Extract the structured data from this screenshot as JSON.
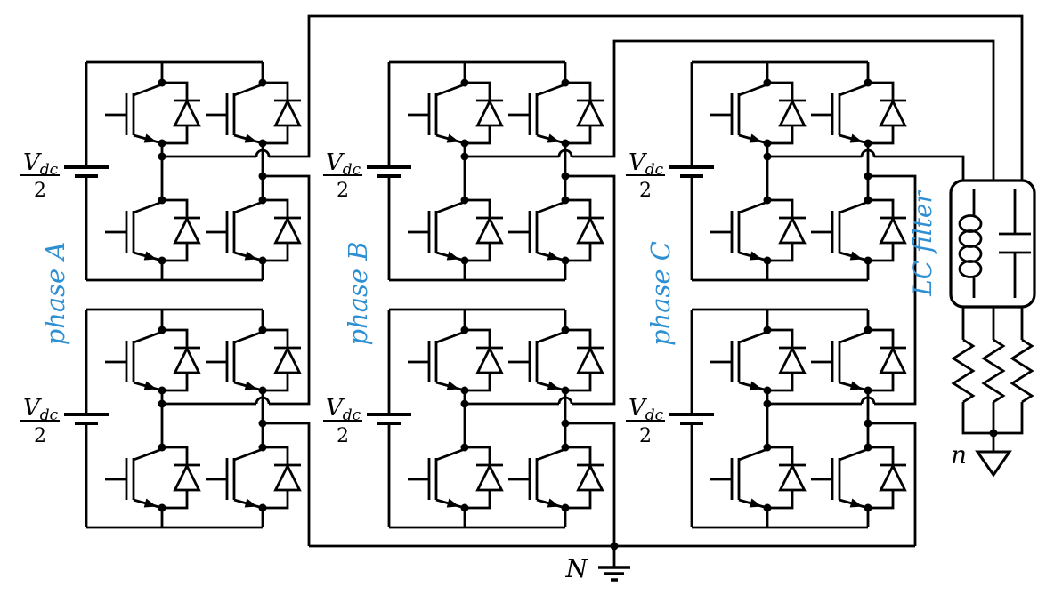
{
  "labels": {
    "vdc_numerator": "V",
    "vdc_subscript": "dc",
    "vdc_denominator": "2",
    "phase_a": "phase A",
    "phase_b": "phase B",
    "phase_c": "phase C",
    "lc_filter": "LC filter",
    "neutral_point": "N",
    "load_neutral": "n"
  },
  "colors": {
    "line": "#000000",
    "accent": "#2e90d3",
    "background": "#ffffff"
  }
}
